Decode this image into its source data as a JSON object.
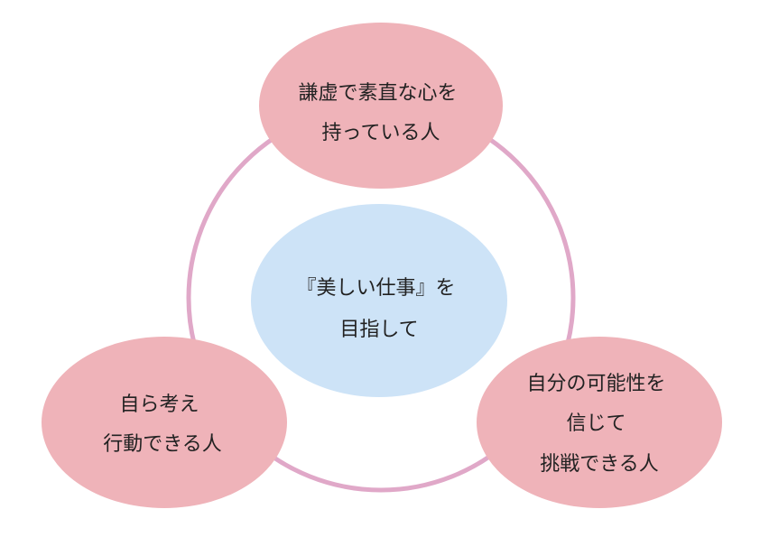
{
  "diagram": {
    "ring_color": "#e0a8c8",
    "center": {
      "color": "#cde3f7",
      "lines": [
        "『美しい仕事』を",
        "目指して"
      ]
    },
    "nodes": [
      {
        "id": "top",
        "color": "#efb3b9",
        "lines": [
          "謙虚で素直な心を",
          "持っている人"
        ]
      },
      {
        "id": "left",
        "color": "#efb3b9",
        "lines": [
          "自ら考え",
          "行動できる人"
        ]
      },
      {
        "id": "right",
        "color": "#efb3b9",
        "lines": [
          "自分の可能性を",
          "信じて",
          "挑戦できる人"
        ]
      }
    ]
  }
}
